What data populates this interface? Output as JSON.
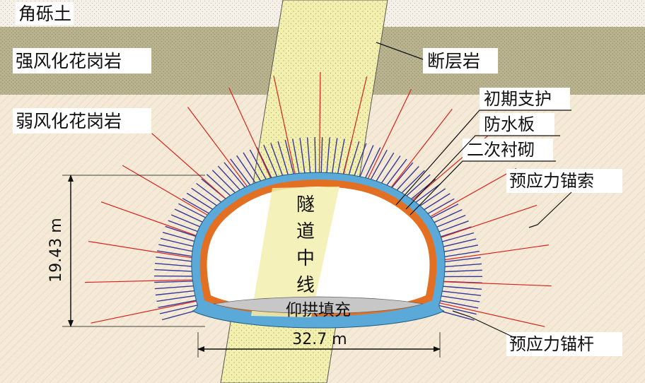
{
  "strata": {
    "top": "角砾土",
    "strong": "强风化花岗岩",
    "weak": "弱风化花岗岩",
    "fault": "断层岩"
  },
  "lining": {
    "primary": "初期支护",
    "waterproof": "防水板",
    "secondary": "二次衬砌"
  },
  "anchors": {
    "cable": "预应力锚索",
    "bolt": "预应力锚杆"
  },
  "tunnel": {
    "centerline": [
      "隧",
      "道",
      "中",
      "线"
    ],
    "invert_fill": "仰拱填充",
    "height": "19.43 m",
    "width": "32.7 m"
  },
  "colors": {
    "top_soil": "#f5f1e8",
    "strong_weathered": "#b9b48f",
    "weak_weathered": "#f4ead7",
    "fault_zone": "#f3efae",
    "initial_support": "#5ba9d8",
    "secondary_lining": "#e36f22",
    "invert_fill": "#c7c7c7",
    "cable": "#d9231f",
    "bolt": "#34389a"
  }
}
